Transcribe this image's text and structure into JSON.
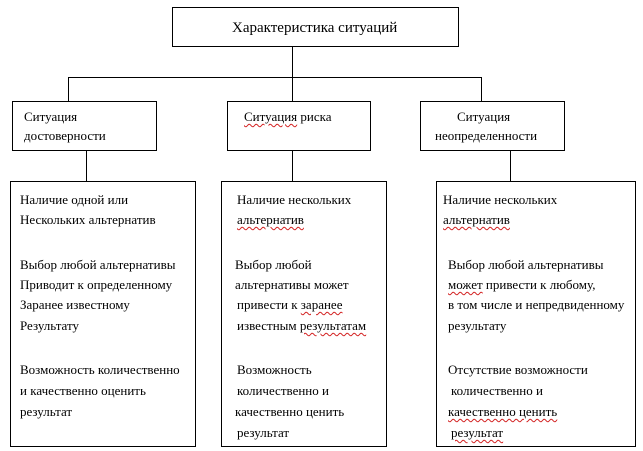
{
  "title": "Характеристика  ситуаций",
  "categories": [
    {
      "heading_lines": [
        "Ситуация",
        "достоверности"
      ],
      "detail_lines": [
        "Наличие одной или",
        "Нескольких альтернатив",
        "Выбор любой альтернативы",
        "Приводит к определенному",
        "Заранее известному",
        "Результату",
        "Возможность количественно",
        "и качественно оценить",
        "результат"
      ]
    },
    {
      "heading_lines": [
        "Ситуация риска"
      ],
      "detail_lines": [
        "Наличие нескольких",
        "альтернатив",
        "Выбор любой",
        "альтернативы может",
        "привести к заранее",
        "известным  результатам",
        "Возможность",
        "количественно и",
        "качественно ценить",
        "результат"
      ]
    },
    {
      "heading_lines": [
        "Ситуация",
        "неопределенности"
      ],
      "detail_lines": [
        "Наличие   нескольких",
        "альтернатив",
        "Выбор любой альтернативы",
        "может  привести к любому,",
        "в том числе и непредвиденному",
        "результату",
        "Отсутствие возможности",
        "количественно и",
        "качественно ценить",
        "результат"
      ]
    }
  ]
}
